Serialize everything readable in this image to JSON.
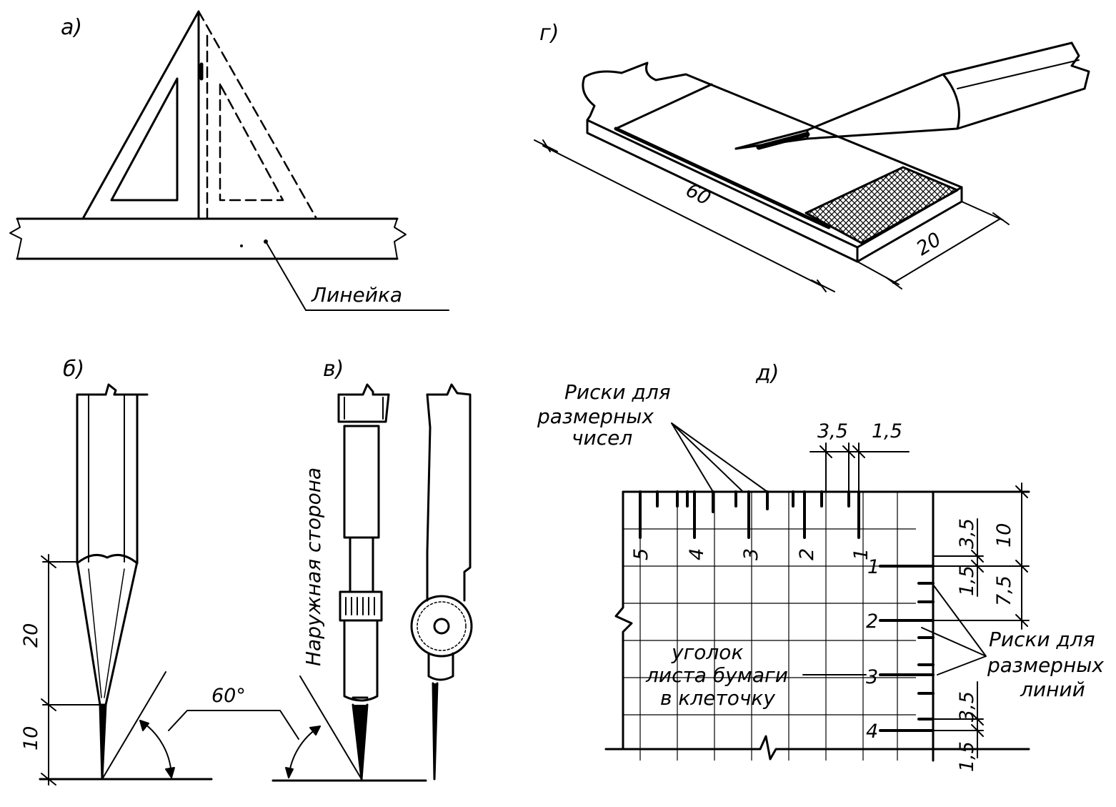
{
  "panels": {
    "a": {
      "label": "а)",
      "ruler_label": "Линейка"
    },
    "b": {
      "label": "б)",
      "dim_20": "20",
      "dim_10": "10"
    },
    "v": {
      "label": "в)",
      "outer_side": "Наружная сторона",
      "angle": "60°"
    },
    "g": {
      "label": "г)",
      "dim_60": "60",
      "dim_20": "20"
    },
    "d": {
      "label": "д)",
      "number_marks": [
        "Риски для",
        "размерных",
        "чисел"
      ],
      "line_marks": [
        "Риски для",
        "размерных",
        "линий"
      ],
      "corner": [
        "уголок",
        "листа бумаги",
        "в клеточку"
      ],
      "col_numbers": [
        "5",
        "4",
        "3",
        "2",
        "1"
      ],
      "row_numbers": [
        "1",
        "2",
        "3",
        "4"
      ],
      "dim_top_a": "3,5",
      "dim_top_b": "1,5",
      "dim_right_10": "10",
      "dim_right_35a": "3,5",
      "dim_right_15a": "1,5",
      "dim_right_75": "7,5",
      "dim_right_35b": "3,5",
      "dim_right_15b": "1,5"
    }
  }
}
